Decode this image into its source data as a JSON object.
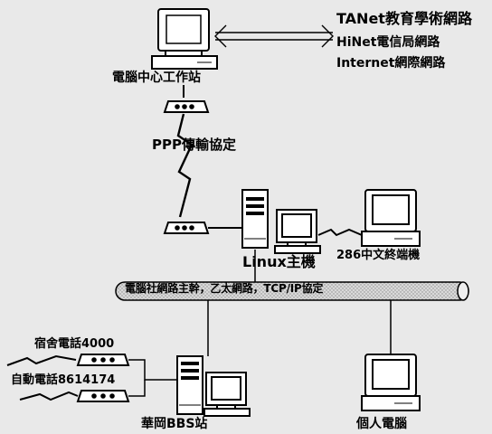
{
  "labels": {
    "center_workstation": "電腦中心工作站",
    "tanet": "TANet教育學術網路",
    "hinet": "HiNet電信局網路",
    "internet": "Internet網際網路",
    "ppp": "PPP傳輸協定",
    "linux_host": "Linux主機",
    "terminal_286": "286中文終端機",
    "backbone": "電腦社網路主幹，乙太網路，TCP/IP協定",
    "dorm_phone": "宿舍電話4000",
    "auto_phone": "自動電話8614174",
    "bbs_station": "華岡BBS站",
    "personal_pc": "個人電腦"
  },
  "icons": [
    "desktop-computer-icon",
    "modem-icon",
    "lightning-link-icon",
    "tower-computer-icon",
    "terminal-icon",
    "double-arrow-icon"
  ],
  "colors": {
    "background": "#e9e9e9",
    "ink": "#000000",
    "screen": "#ffffff",
    "backbone_fill": "#d4d4d4"
  }
}
